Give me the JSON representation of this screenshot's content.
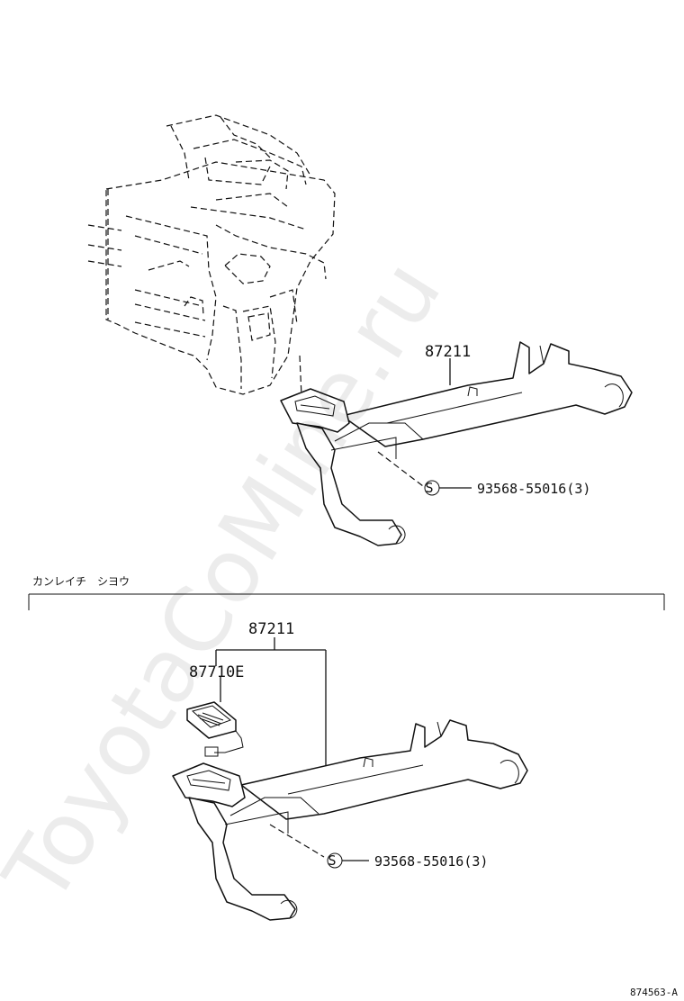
{
  "diagram": {
    "upper_assembly": {
      "part_number": "87211",
      "screw_callout": "93568-55016(3)",
      "screw_symbol": "S"
    },
    "section": {
      "label": "カンレイチ　シヨウ"
    },
    "lower_assembly": {
      "part_number": "87211",
      "sub_part_number": "87710E",
      "screw_callout": "93568-55016(3)",
      "screw_symbol": "S"
    },
    "figure_id": "874563-A",
    "watermark": "ToyotaCoMine.ru"
  }
}
